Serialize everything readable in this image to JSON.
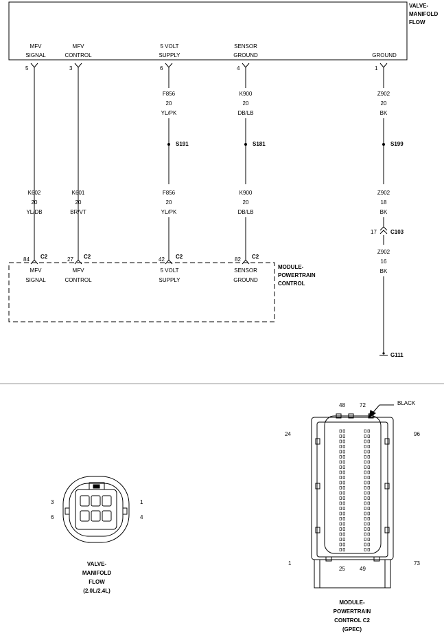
{
  "top_component": {
    "name": [
      "VALVE-",
      "MANIFOLD",
      "FLOW"
    ]
  },
  "pins": [
    {
      "pin": "5",
      "label": [
        "MFV",
        "SIGNAL"
      ]
    },
    {
      "pin": "3",
      "label": [
        "MFV",
        "CONTROL"
      ]
    },
    {
      "pin": "6",
      "label": [
        "5 VOLT",
        "SUPPLY"
      ]
    },
    {
      "pin": "4",
      "label": [
        "SENSOR",
        "GROUND"
      ]
    },
    {
      "pin": "1",
      "label": [
        "",
        "GROUND"
      ]
    }
  ],
  "upper_wires": [
    {
      "circuit": "F856",
      "gauge": "20",
      "color": "YL/PK",
      "splice": "S191"
    },
    {
      "circuit": "K900",
      "gauge": "20",
      "color": "DB/LB",
      "splice": "S181"
    },
    {
      "circuit": "Z902",
      "gauge": "20",
      "color": "BK",
      "splice": "S199"
    }
  ],
  "lower_wires": [
    {
      "circuit": "K602",
      "gauge": "20",
      "color": "YL/DB"
    },
    {
      "circuit": "K601",
      "gauge": "20",
      "color": "BR/VT"
    },
    {
      "circuit": "F856",
      "gauge": "20",
      "color": "YL/PK"
    },
    {
      "circuit": "K900",
      "gauge": "20",
      "color": "DB/LB"
    },
    {
      "circuit": "Z902",
      "gauge": "18",
      "color": "BK"
    }
  ],
  "pcm_pins": [
    {
      "pin": "84",
      "connector": "C2",
      "label": [
        "MFV",
        "SIGNAL"
      ]
    },
    {
      "pin": "27",
      "connector": "C2",
      "label": [
        "MFV",
        "CONTROL"
      ]
    },
    {
      "pin": "42",
      "connector": "C2",
      "label": [
        "5 VOLT",
        "SUPPLY"
      ]
    },
    {
      "pin": "82",
      "connector": "C2",
      "label": [
        "SENSOR",
        "GROUND"
      ]
    }
  ],
  "pcm_name": [
    "MODULE-",
    "POWERTRAIN",
    "CONTROL"
  ],
  "inline_connector": {
    "pin": "17",
    "name": "C103"
  },
  "final_wire": {
    "circuit": "Z902",
    "gauge": "16",
    "color": "BK"
  },
  "ground": "G111",
  "mfv_connector": {
    "pins": [
      "3",
      "1",
      "6",
      "4"
    ],
    "caption": [
      "VALVE-",
      "MANIFOLD",
      "FLOW",
      "(2.0L/2.4L)"
    ]
  },
  "pcm_connector": {
    "top_pins": [
      "48",
      "72"
    ],
    "side_pins": [
      "24",
      "96"
    ],
    "bottom_pins": [
      "1",
      "25",
      "49",
      "73"
    ],
    "color_callout": "BLACK",
    "caption": [
      "MODULE-",
      "POWERTRAIN",
      "CONTROL C2",
      "(GPEC)"
    ]
  }
}
